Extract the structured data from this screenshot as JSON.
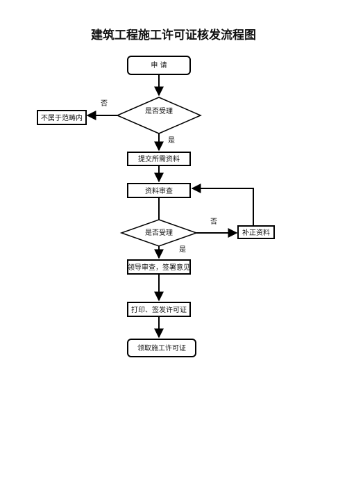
{
  "title": "建筑工程施工许可证核发流程图",
  "nodes": {
    "apply": "申 请",
    "accept_1": "是否受理",
    "out_of_scope": "不属于范畴内",
    "submit_materials": "提交所需资料",
    "review_materials": "资料审查",
    "accept_2": "是否受理",
    "supplement": "补正资料",
    "leader_review": "领导审查，签署意见",
    "print_issue": "打印、签发许可证",
    "receive_permit": "领取施工许可证"
  },
  "edge_labels": {
    "no_1": "否",
    "yes_1": "是",
    "no_2": "否",
    "yes_2": "是"
  }
}
